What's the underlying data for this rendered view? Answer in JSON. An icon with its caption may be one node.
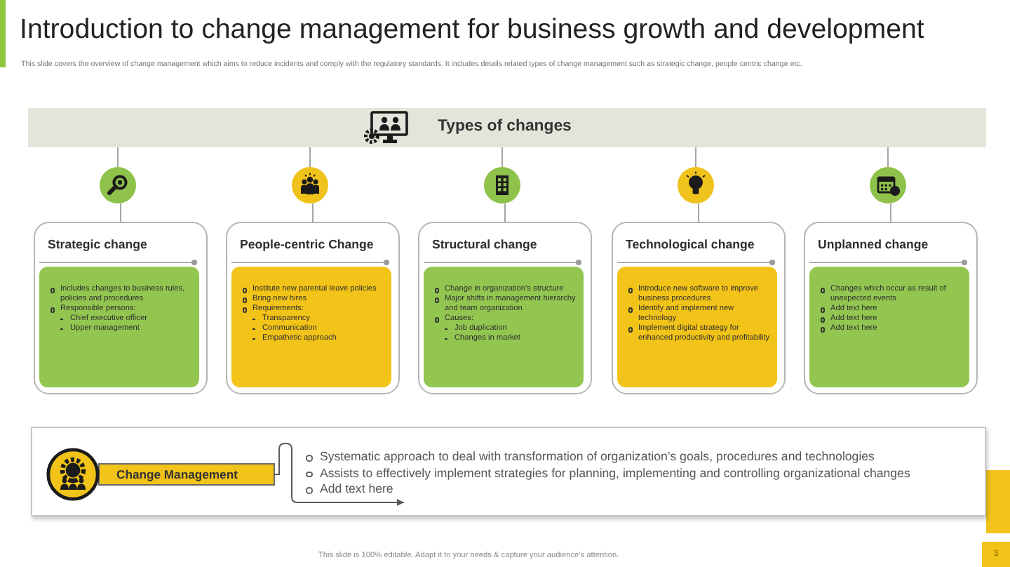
{
  "diagram": {
    "title": "Introduction to change management for business growth and development",
    "nodes": [
      {
        "text": [
          "Types of changes"
        ]
      },
      {
        "text": [],
        "shape": "circle"
      },
      {
        "text": [
          "Strategic change"
        ]
      },
      {
        "text": [
          "Includes changes to business rules, policies and procedures",
          "Responsible persons:",
          "Chief executive officer",
          "Upper management"
        ],
        "in": 2
      },
      {
        "text": [],
        "shape": "circle"
      },
      {
        "text": [
          "People-centric Change"
        ]
      },
      {
        "text": [
          "Institute new parental leave policies",
          "Bring new hires",
          "Requirements:",
          "Transparency",
          "Communication",
          "Empathetic approach"
        ],
        "in": 5
      },
      {
        "text": [],
        "shape": "circle"
      },
      {
        "text": [
          "Structural change"
        ]
      },
      {
        "text": [
          "Change in organization’s structure",
          "Major shifts in management hierarchy and team organization",
          "Causes:",
          "Job duplication",
          "Changes in market"
        ],
        "in": 8
      },
      {
        "text": [],
        "shape": "circle"
      },
      {
        "text": [
          "Technological change"
        ]
      },
      {
        "text": [
          "Introduce new software to improve business procedures",
          "Identify and implement new technology",
          "Implement digital strategy for enhanced productivity and profitability"
        ],
        "in": 11
      },
      {
        "text": [],
        "shape": "circle"
      },
      {
        "text": [
          "Unplanned change"
        ]
      },
      {
        "text": [
          "Changes which occur as result of unexpected events",
          "Add text here",
          "Add text here",
          "Add text here"
        ],
        "in": 14
      },
      {
        "text": [],
        "shape": "box"
      },
      {
        "text": [
          "Change Management"
        ],
        "in": 16
      },
      {
        "text": [
          "Systematic approach to deal with transformation of organization’s goals, procedures and technologies",
          "Assists to effectively implement strategies for planning, implementing and controlling organizational changes",
          "Add text here"
        ],
        "in": 16
      }
    ],
    "edges": [
      {
        "from": 0,
        "to": 1,
        "arrow": "none"
      },
      {
        "from": 1,
        "to": 2,
        "arrow": "none"
      },
      {
        "from": 0,
        "to": 4,
        "arrow": "none"
      },
      {
        "from": 4,
        "to": 5,
        "arrow": "none"
      },
      {
        "from": 0,
        "to": 7,
        "arrow": "none"
      },
      {
        "from": 7,
        "to": 8,
        "arrow": "none"
      },
      {
        "from": 0,
        "to": 10,
        "arrow": "none"
      },
      {
        "from": 10,
        "to": 11,
        "arrow": "none"
      },
      {
        "from": 0,
        "to": 13,
        "arrow": "none"
      },
      {
        "from": 13,
        "to": 14,
        "arrow": "none"
      },
      {
        "from": 17,
        "to": 18,
        "arrow": "to",
        "color": "#595959"
      }
    ],
    "labels": [
      "This slide covers the overview of change management which aims to reduce incidents and comply with the regulatory standards. It includes details related types of change management such as strategic change, people centric change etc.",
      "This slide is 100% editable. Adapt it to your needs & capture your audience’s attention.",
      "3"
    ]
  }
}
